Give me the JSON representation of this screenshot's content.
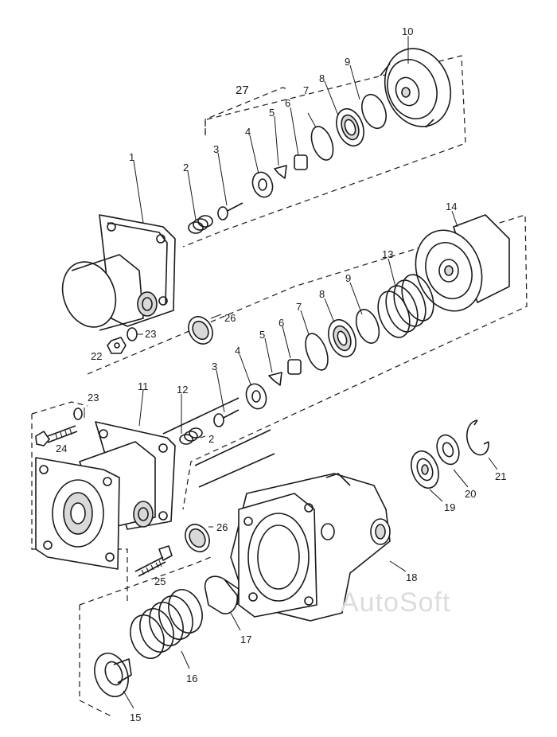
{
  "watermark": "AutoSoft",
  "callouts": {
    "c1": "1",
    "c2a": "2",
    "c3a": "3",
    "c4a": "4",
    "c5a": "5",
    "c6a": "6",
    "c7a": "7",
    "c8a": "8",
    "c9a": "9",
    "c10": "10",
    "c27": "27",
    "c14": "14",
    "c13": "13",
    "c9b": "9",
    "c8b": "8",
    "c7b": "7",
    "c6b": "6",
    "c5b": "5",
    "c4b": "4",
    "c3b": "3",
    "c26a": "26",
    "c23a": "23",
    "c22": "22",
    "c23b": "23",
    "c11": "11",
    "c12": "12",
    "c2b": "2",
    "c24": "24",
    "c26b": "26",
    "c25": "25",
    "c18": "18",
    "c19": "19",
    "c20": "20",
    "c21": "21",
    "c17": "17",
    "c16": "16",
    "c15": "15"
  }
}
